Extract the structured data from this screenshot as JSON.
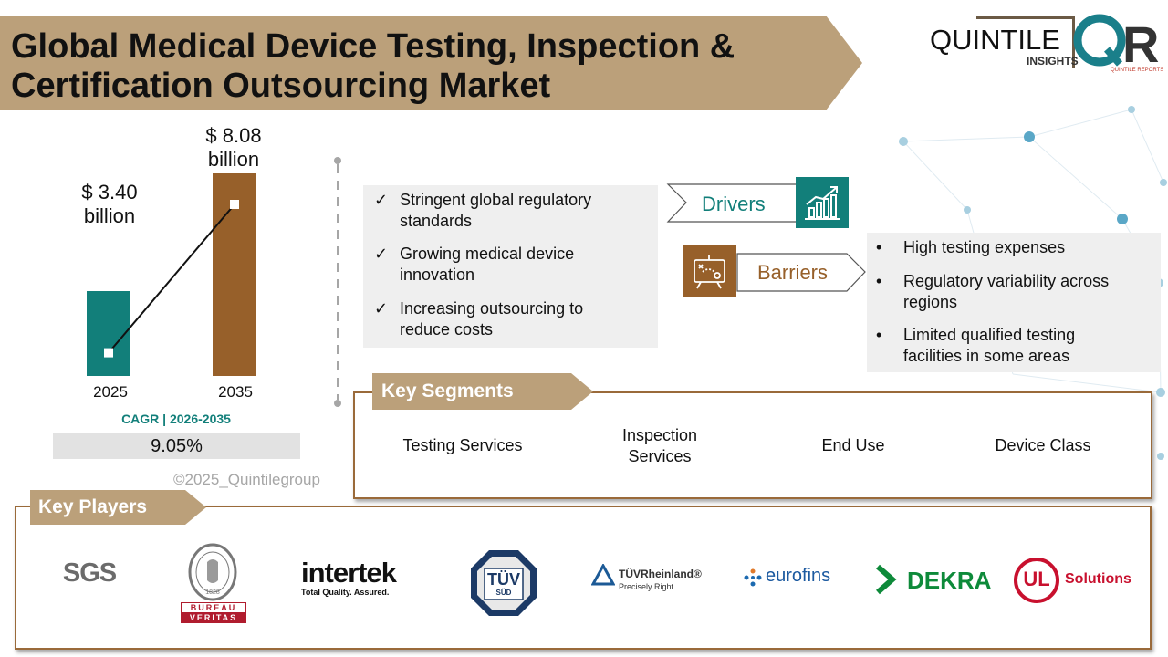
{
  "title": {
    "line1": "Global Medical Device Testing, Inspection &",
    "line2": "Certification Outsourcing Market"
  },
  "logo": {
    "brand": "QUINTILE",
    "sub": "INSIGHTS",
    "mark": "QR",
    "mark_sub": "QUINTILE REPORTS"
  },
  "chart_data": {
    "type": "bar",
    "categories": [
      "2025",
      "2035"
    ],
    "values": [
      3.4,
      8.08
    ],
    "value_labels": [
      "$ 3.40\nbillion",
      "$ 8.08\nbillion"
    ],
    "colors": [
      "#127f7a",
      "#97602a"
    ]
  },
  "market": {
    "value_2025_line1": "$ 3.40",
    "value_2025_line2": "billion",
    "value_2035_line1": "$ 8.08",
    "value_2035_line2": "billion",
    "year_2025": "2025",
    "year_2035": "2035",
    "cagr_label": "CAGR | 2026-2035",
    "cagr_value": "9.05%",
    "copyright": "©2025_Quintilegroup"
  },
  "drivers": {
    "label": "Drivers",
    "icon": "growth-chart-icon",
    "items": [
      {
        "line1": "Stringent global regulatory",
        "line2": "standards"
      },
      {
        "line1": "Growing medical device",
        "line2": "innovation"
      },
      {
        "line1": "Increasing outsourcing to",
        "line2": "reduce costs"
      }
    ]
  },
  "barriers": {
    "label": "Barriers",
    "icon": "strategy-board-icon",
    "items": [
      {
        "line1": "High testing expenses",
        "line2": ""
      },
      {
        "line1": "Regulatory variability across",
        "line2": "regions"
      },
      {
        "line1": "Limited qualified testing",
        "line2": "facilities in some areas"
      }
    ]
  },
  "segments": {
    "title": "Key Segments",
    "items": [
      {
        "line1": "Testing Services",
        "line2": ""
      },
      {
        "line1": "Inspection",
        "line2": "Services"
      },
      {
        "line1": "End Use",
        "line2": ""
      },
      {
        "line1": "Device Class",
        "line2": ""
      }
    ]
  },
  "players": {
    "title": "Key Players",
    "logos": {
      "sgs": "SGS",
      "bv_top": "BUREAU",
      "bv_bottom": "VERITAS",
      "bv_year": "1828",
      "intertek": "intertek",
      "intertek_tag": "Total Quality. Assured.",
      "tuv_sud_top": "TÜV",
      "tuv_sud_bottom": "SÜD",
      "tuv_rh": "TÜVRheinland®",
      "tuv_rh_tag": "Precisely Right.",
      "eurofins": "eurofins",
      "dekra": "DEKRA",
      "ul_mark": "UL",
      "ul_text": "Solutions"
    }
  },
  "colors": {
    "gold": "#bba07a",
    "brown": "#97602a",
    "teal": "#127f7a",
    "frame": "#9a6a3a"
  }
}
